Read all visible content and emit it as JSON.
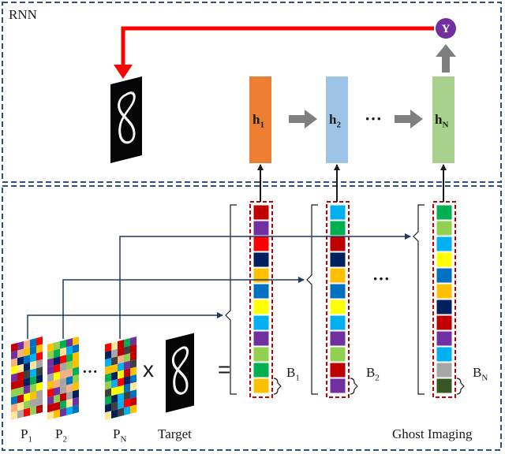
{
  "panels": {
    "top_title": "RNN",
    "bottom_title": "Ghost Imaging"
  },
  "rnn": {
    "output_symbol": "Y",
    "hidden": [
      {
        "main": "h",
        "sub": "1",
        "color": "#ED7D31"
      },
      {
        "main": "h",
        "sub": "2",
        "color": "#9DC3E6"
      },
      {
        "main": "h",
        "sub": "N",
        "color": "#A9D18E"
      }
    ],
    "ellipsis": "···"
  },
  "patterns": [
    {
      "main": "P",
      "sub": "1"
    },
    {
      "main": "P",
      "sub": "2"
    },
    {
      "main": "P",
      "sub": "N"
    }
  ],
  "operator_times": "x",
  "operator_equals": "=",
  "target_label": "Target",
  "pattern_ellipsis": "···",
  "bucket_ellipsis": "···",
  "buckets": [
    {
      "main": "B",
      "sub": "1",
      "colors": [
        "#C00000",
        "#7030A0",
        "#FF0000",
        "#002060",
        "#FFC000",
        "#0070C0",
        "#FFFF00",
        "#00B0F0",
        "#7030A0",
        "#92D050",
        "#00B050",
        "#FFC000"
      ]
    },
    {
      "main": "B",
      "sub": "2",
      "colors": [
        "#00B0F0",
        "#00B050",
        "#C00000",
        "#002060",
        "#FFC000",
        "#0070C0",
        "#FFFF00",
        "#00B0F0",
        "#7030A0",
        "#92D050",
        "#C00000",
        "#7030A0"
      ]
    },
    {
      "main": "B",
      "sub": "N",
      "colors": [
        "#00B050",
        "#92D050",
        "#00B0F0",
        "#FFFF00",
        "#0070C0",
        "#FFC000",
        "#002060",
        "#C00000",
        "#7030A0",
        "#00B0F0",
        "#A6A6A6",
        "#375623"
      ]
    }
  ],
  "colors": {
    "frame": "#2F4F7F",
    "feedback_arrow": "#FF0000",
    "gray_arrow": "#7F7F7F",
    "output_circle": "#7030A0",
    "bucket_outline": "#C00000",
    "link": "#1F3864"
  }
}
